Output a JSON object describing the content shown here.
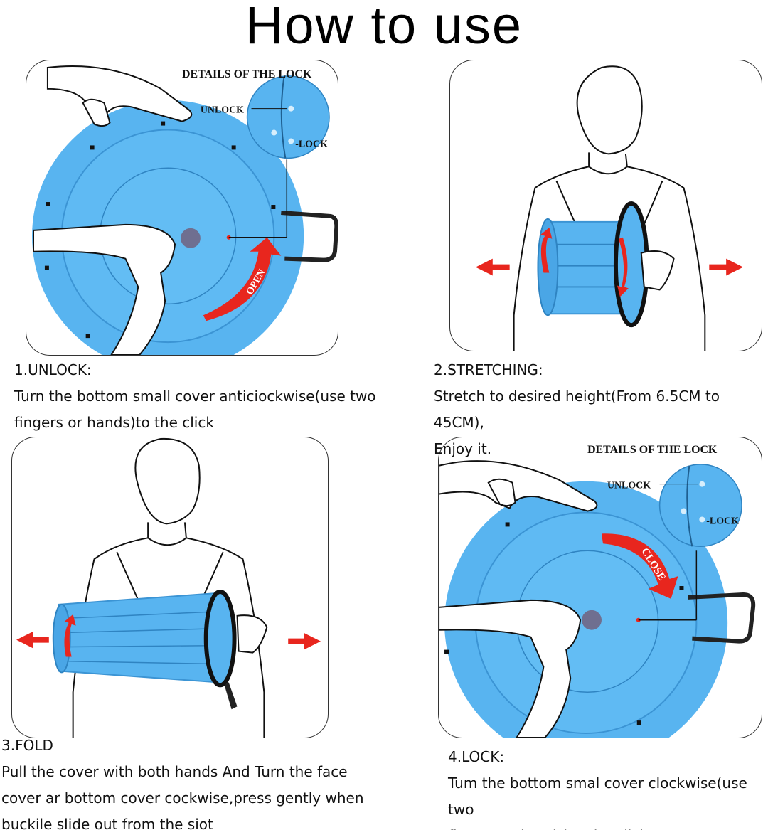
{
  "page_title": "How to use",
  "steps": [
    {
      "heading": "1.UNLOCK:",
      "line1": "Turn the bottom small cover anticiockwise(use two",
      "line2": "fingers or hands)to the click",
      "lock_details": "DETAILS OF THE LOCK",
      "unlock_label": "UNLOCK",
      "lock_label": "-LOCK",
      "arrow_label": "OPEN"
    },
    {
      "heading": "2.STRETCHING:",
      "line1": "Stretch to desired height(From 6.5CM to 45CM),",
      "line2": "Enjoy it."
    },
    {
      "heading": "3.FOLD",
      "line1": "Pull the cover with both hands And Turn the face",
      "line2": "cover ar bottom cover cockwise,press gently when",
      "line3": "buckile slide out from the siot"
    },
    {
      "heading": "4.LOCK:",
      "line1": "Tum the bottom smal cover clockwise(use two",
      "line2": "fingers or hands)to the click",
      "lock_details": "DETAILS OF THE LOCK",
      "unlock_label": "UNLOCK",
      "lock_label": "-LOCK",
      "arrow_label": "CLOSE"
    }
  ],
  "colors": {
    "stool_blue": "#58b4f0",
    "stool_blue_dark": "#3b94d4",
    "arrow_red": "#e8261e",
    "line_black": "#111111"
  }
}
